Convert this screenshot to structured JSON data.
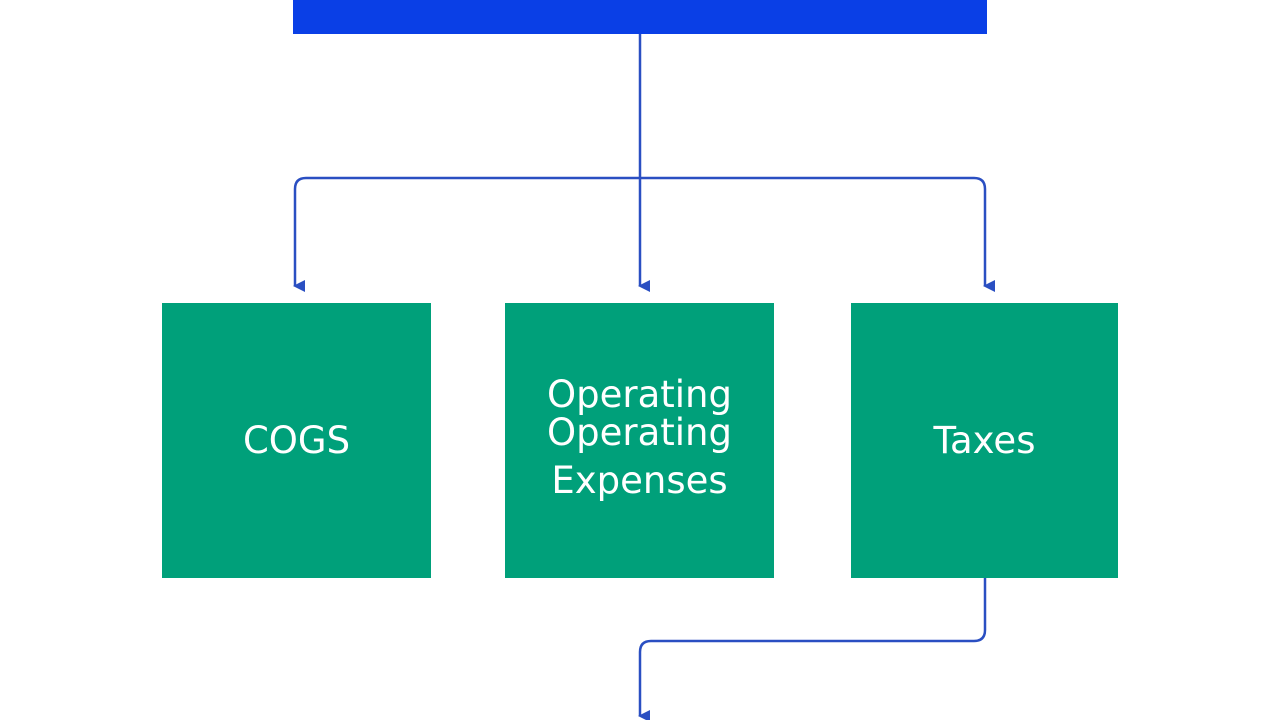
{
  "colors": {
    "header_bar": "#0a3fe6",
    "box_fill": "#00a07a",
    "connector": "#2a4fc2",
    "text": "#ffffff"
  },
  "boxes": {
    "cogs": {
      "label": "COGS"
    },
    "operating_expenses": {
      "line1": "Operating",
      "line2": "Operating",
      "line3": "Expenses"
    },
    "taxes": {
      "label": "Taxes"
    }
  }
}
